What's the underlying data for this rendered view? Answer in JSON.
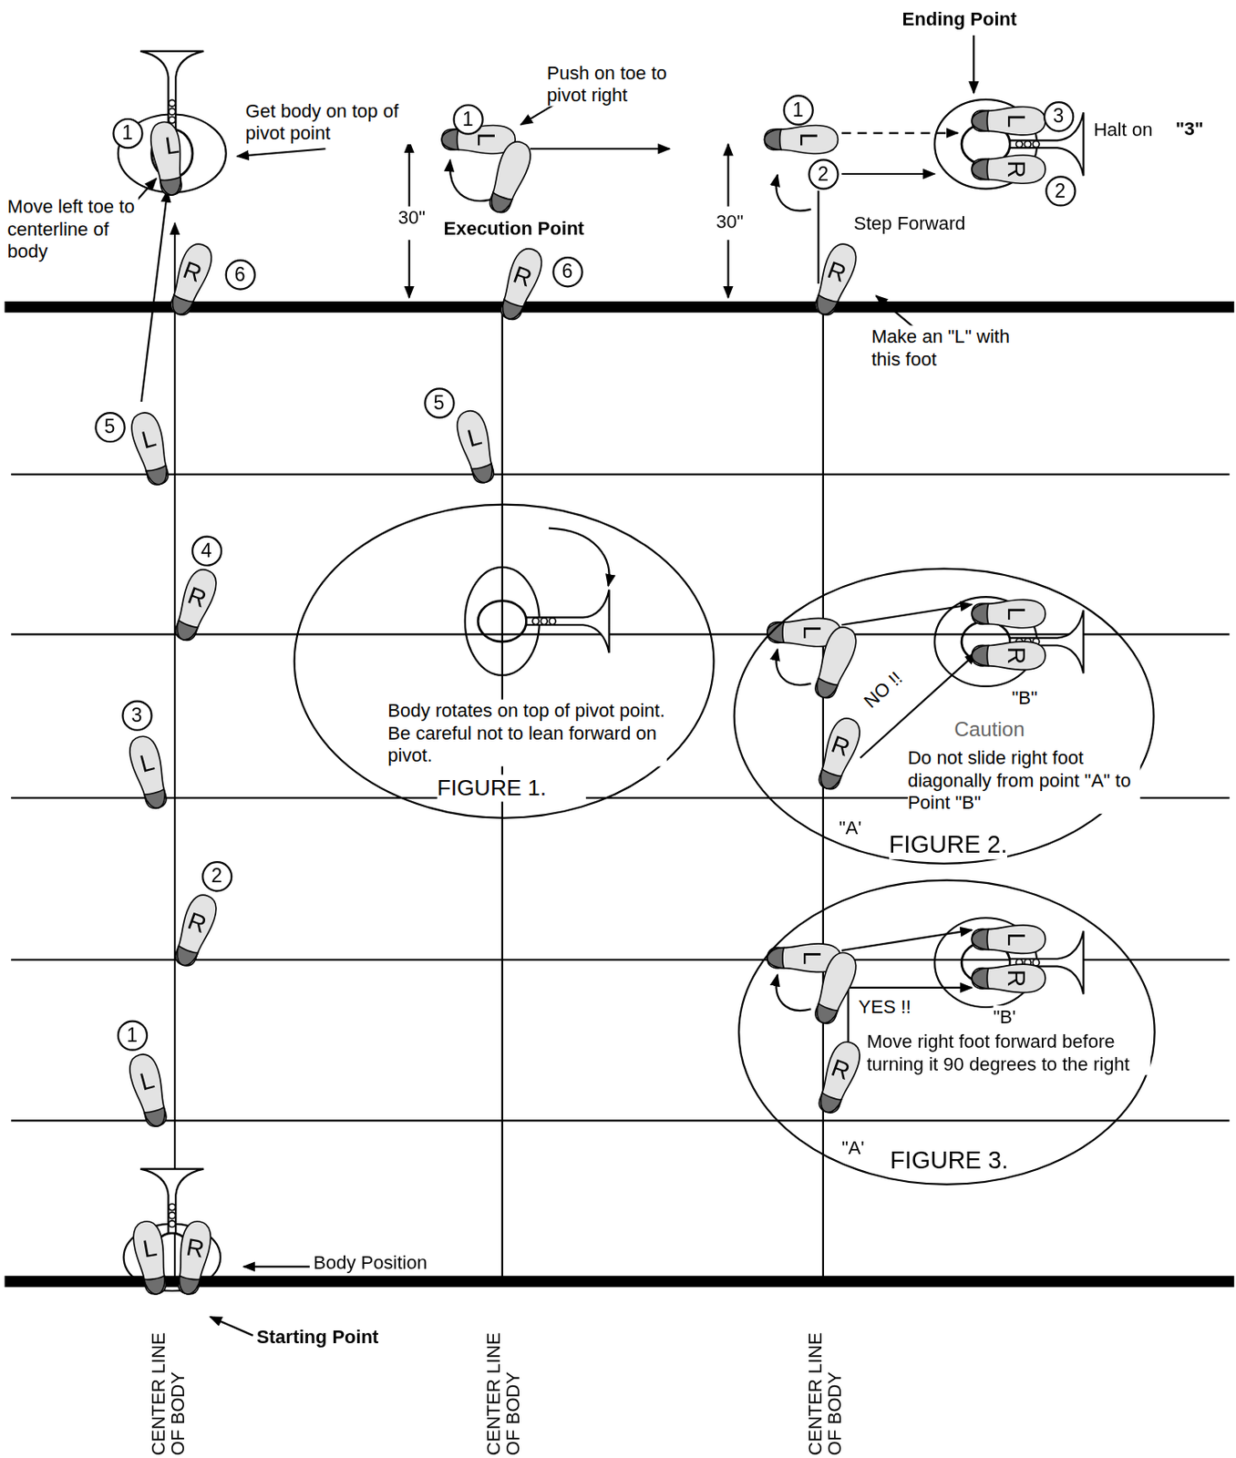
{
  "diagram": {
    "nodes": [
      {
        "text": [
          "1"
        ]
      },
      {
        "text": [
          "1"
        ]
      },
      {
        "text": [
          "1"
        ]
      },
      {
        "text": [
          "3"
        ]
      },
      {
        "text": [
          "2"
        ]
      },
      {
        "text": [
          "2"
        ]
      },
      {
        "text": [
          "6"
        ]
      },
      {
        "text": [
          "6"
        ]
      },
      {
        "text": [
          "5"
        ]
      },
      {
        "text": [
          "5"
        ]
      },
      {
        "text": [
          "4"
        ]
      },
      {
        "text": [
          "Body rotates on top of pivot point. Be careful not to lean forward on pivot.",
          "FIGURE 1."
        ]
      },
      {
        "text": [
          "3"
        ]
      },
      {
        "text": [
          "NO !!",
          "\"B\"",
          "Caution",
          "Do not slide right foot diagonally from point \"A\" to Point \"B\"",
          "\"A'",
          "FIGURE 2."
        ]
      },
      {
        "text": [
          "2"
        ]
      },
      {
        "text": [
          "YES !!",
          "\"B'",
          "Move right foot forward before turning it 90 degrees to the right",
          "\"A'",
          "FIGURE 3."
        ]
      },
      {
        "text": [
          "1"
        ]
      }
    ],
    "labels": [
      "L",
      "Get body on top of pivot point",
      "Move left toe to centerline of body",
      "R",
      "L",
      "R",
      "L",
      "R",
      "L",
      "L",
      "R",
      "Body Position",
      "Starting Point",
      "CENTER LINE OF BODY",
      "CENTER LINE OF BODY",
      "CENTER LINE OF BODY",
      "Push on toe to pivot right",
      "L",
      "30\"",
      "Execution Point",
      "R",
      "L",
      "Ending Point",
      "L",
      "30\"",
      "L",
      "R",
      "Halt on",
      "\"3\"",
      "Step Forward",
      "R",
      "Make an \"L\" with this foot",
      "L",
      "L",
      "R",
      "R",
      "L",
      "L",
      "R",
      "R"
    ]
  }
}
